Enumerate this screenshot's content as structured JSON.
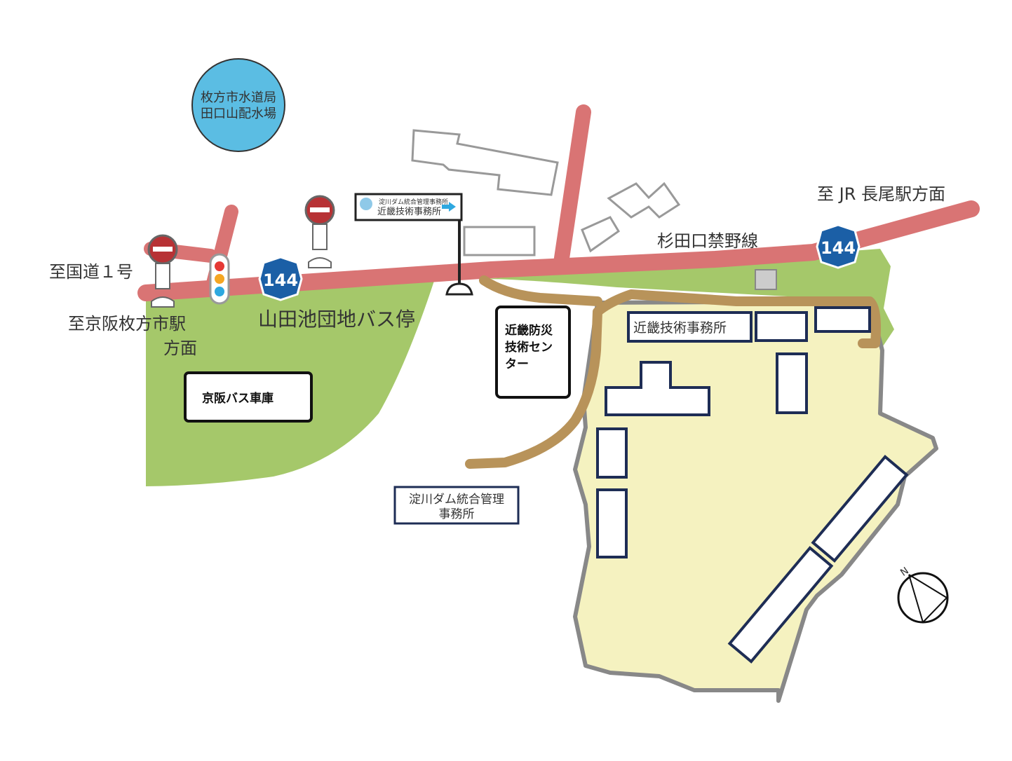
{
  "labels": {
    "water_station": [
      "枚方市水道局",
      "田口山配水場"
    ],
    "to_route1": "至国道１号",
    "to_keihan": "至京阪枚方市駅",
    "to_keihan_2": "方面",
    "bus_stop": "山田池団地バス停",
    "to_jr": "至 JR 長尾駅方面",
    "road_name": "杉田口禁野線",
    "route_number": "144",
    "bus_depot": "京阪バス車庫",
    "disaster_center": [
      "近畿防災",
      "技術セン",
      "ター"
    ],
    "kinki_office": "近畿技術事務所",
    "dam_office": [
      "淀川ダム統合管理",
      "事務所"
    ],
    "sign_small": "淀川ダム統合管理事務所",
    "sign_main": "近畿技術事務所",
    "north": "N"
  },
  "colors": {
    "road": "#d97474",
    "green_area": "#a5c86a",
    "site_area": "#f5f2c0",
    "site_border": "#888888",
    "water_circle": "#5bbde3",
    "route_shield": "#1b5fa6",
    "building_outline": "#1e2d55",
    "access_road": "#b8935a"
  }
}
